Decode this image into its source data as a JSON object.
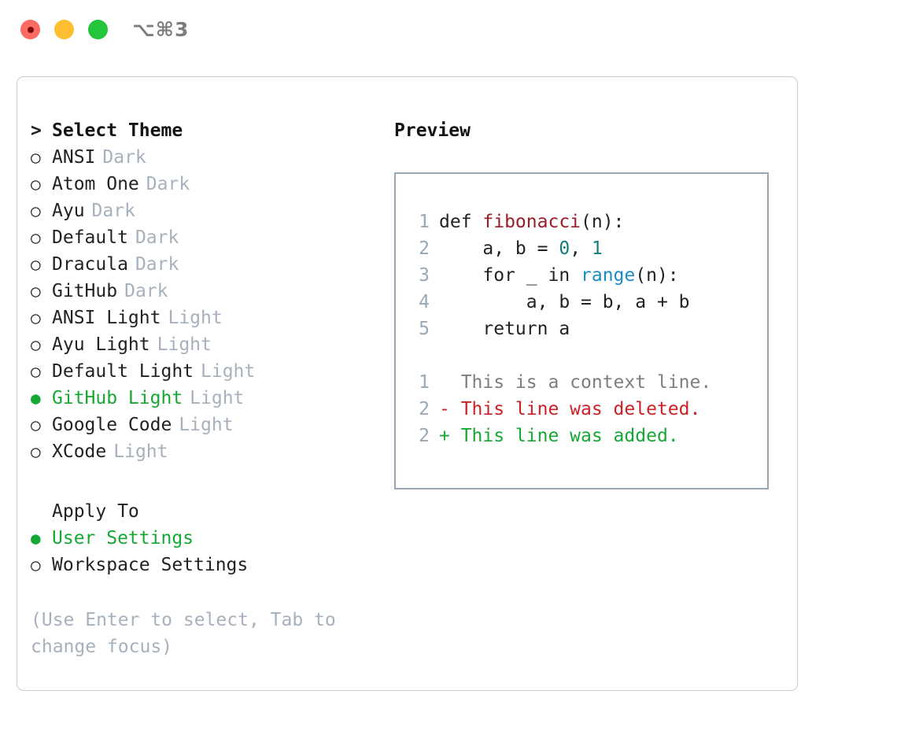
{
  "titlebar": {
    "shortcut": "⌥⌘3",
    "buttons": [
      {
        "name": "close",
        "color": "#fb6a63"
      },
      {
        "name": "minimize",
        "color": "#ffbe2f"
      },
      {
        "name": "maximize",
        "color": "#24c53a"
      }
    ]
  },
  "theme_picker": {
    "prompt_marker": ">",
    "heading": "Select Theme",
    "unselected_marker": "○",
    "selected_marker": "●",
    "items": [
      {
        "marker": "○",
        "name": "ANSI",
        "variant": "Dark",
        "selected": false
      },
      {
        "marker": "○",
        "name": "Atom One",
        "variant": "Dark",
        "selected": false
      },
      {
        "marker": "○",
        "name": "Ayu",
        "variant": "Dark",
        "selected": false
      },
      {
        "marker": "○",
        "name": "Default",
        "variant": "Dark",
        "selected": false
      },
      {
        "marker": "○",
        "name": "Dracula",
        "variant": "Dark",
        "selected": false
      },
      {
        "marker": "○",
        "name": "GitHub",
        "variant": "Dark",
        "selected": false
      },
      {
        "marker": "○",
        "name": "ANSI Light",
        "variant": "Light",
        "selected": false
      },
      {
        "marker": "○",
        "name": "Ayu Light",
        "variant": "Light",
        "selected": false
      },
      {
        "marker": "○",
        "name": "Default Light",
        "variant": "Light",
        "selected": false
      },
      {
        "marker": "●",
        "name": "GitHub Light",
        "variant": "Light",
        "selected": true
      },
      {
        "marker": "○",
        "name": "Google Code",
        "variant": "Light",
        "selected": false
      },
      {
        "marker": "○",
        "name": "XCode",
        "variant": "Light",
        "selected": false
      }
    ]
  },
  "apply_to": {
    "label": "Apply To",
    "options": [
      {
        "marker": "●",
        "name": "User Settings",
        "selected": true
      },
      {
        "marker": "○",
        "name": "Workspace Settings",
        "selected": false
      }
    ]
  },
  "hint": "(Use Enter to select, Tab to change focus)",
  "preview": {
    "title": "Preview",
    "code_lines": [
      {
        "n": "1",
        "segments": [
          {
            "text": "def ",
            "kind": "plain"
          },
          {
            "text": "fibonacci",
            "kind": "fn"
          },
          {
            "text": "(n):",
            "kind": "plain"
          }
        ]
      },
      {
        "n": "2",
        "segments": [
          {
            "text": "    a, b = ",
            "kind": "plain"
          },
          {
            "text": "0",
            "kind": "num"
          },
          {
            "text": ", ",
            "kind": "plain"
          },
          {
            "text": "1",
            "kind": "num"
          }
        ]
      },
      {
        "n": "3",
        "segments": [
          {
            "text": "    for _ in ",
            "kind": "plain"
          },
          {
            "text": "range",
            "kind": "call"
          },
          {
            "text": "(n):",
            "kind": "plain"
          }
        ]
      },
      {
        "n": "4",
        "segments": [
          {
            "text": "        a, b = b, a + b",
            "kind": "plain"
          }
        ]
      },
      {
        "n": "5",
        "segments": [
          {
            "text": "    return a",
            "kind": "plain"
          }
        ]
      }
    ],
    "diff_lines": [
      {
        "n": "1",
        "text": "  This is a context line.",
        "kind": "ctx"
      },
      {
        "n": "2",
        "text": "- This line was deleted.",
        "kind": "del"
      },
      {
        "n": "2",
        "text": "+ This line was added.",
        "kind": "add"
      }
    ]
  },
  "colors": {
    "selected_green": "#16a834",
    "muted": "#a6b1bd",
    "line_number": "#9aa7b5",
    "diff_added": "#16a834",
    "diff_deleted": "#cc2026",
    "diff_context": "#7e7e7e",
    "syntax_function": "#9c1d26",
    "syntax_number": "#117c79",
    "syntax_call": "#1a8dc4",
    "panel_border": "#c9ccd2",
    "preview_border": "#98a5b4"
  }
}
